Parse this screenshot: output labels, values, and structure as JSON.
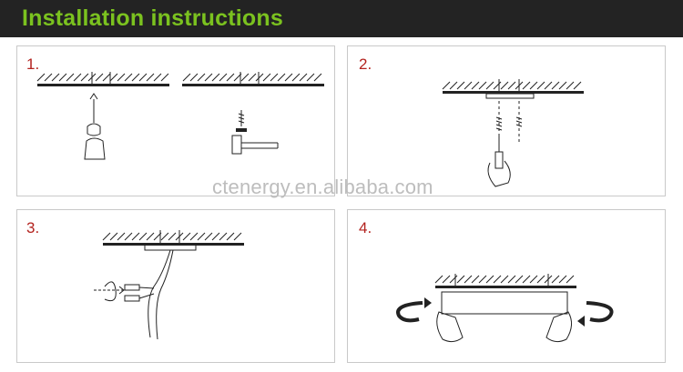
{
  "header": {
    "title": "Installation instructions"
  },
  "steps": [
    {
      "number": "1."
    },
    {
      "number": "2."
    },
    {
      "number": "3."
    },
    {
      "number": "4."
    }
  ],
  "watermark": "ctenergy.en.alibaba.com",
  "colors": {
    "header_bg": "#232323",
    "title": "#7bc21f",
    "step_number": "#b3221e",
    "panel_border": "#c9c9c9"
  }
}
